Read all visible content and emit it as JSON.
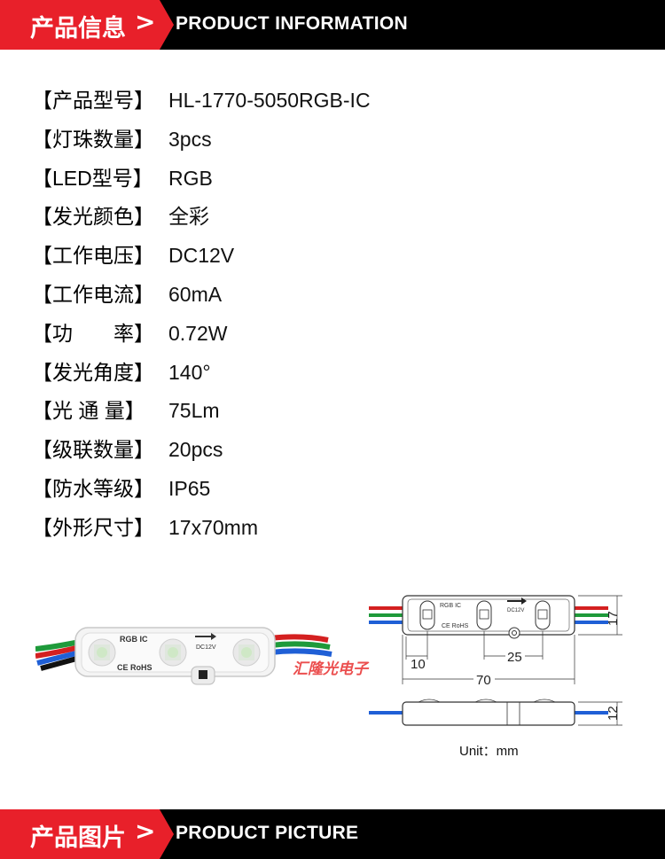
{
  "header_top": {
    "cn": "产品信息",
    "chevron": ">",
    "en": "PRODUCT INFORMATION"
  },
  "specs": [
    {
      "label": "【产品型号】",
      "value": "HL-1770-5050RGB-IC"
    },
    {
      "label": "【灯珠数量】",
      "value": "3pcs"
    },
    {
      "label": "【LED型号】",
      "value": "RGB"
    },
    {
      "label": "【发光颜色】",
      "value": "全彩"
    },
    {
      "label": "【工作电压】",
      "value": "DC12V"
    },
    {
      "label": "【工作电流】",
      "value": "60mA"
    },
    {
      "label": "【功　　率】",
      "value": "0.72W"
    },
    {
      "label": "【发光角度】",
      "value": "140°"
    },
    {
      "label": "【光 通 量】",
      "value": "75Lm"
    },
    {
      "label": "【级联数量】",
      "value": "20pcs"
    },
    {
      "label": "【防水等级】",
      "value": "IP65"
    },
    {
      "label": "【外形尺寸】",
      "value": "17x70mm"
    }
  ],
  "module_photo": {
    "label1": "RGB IC",
    "label2": "DC12V",
    "label3": "CE RoHS",
    "watermark": "汇隆光电子"
  },
  "drawing": {
    "label1": "RGB IC",
    "label2": "DC12V",
    "label3": "CE RoHS",
    "dim_pitch_left": "10",
    "dim_pitch": "25",
    "dim_length": "70",
    "dim_height": "17",
    "dim_thickness": "12",
    "unit": "Unit：mm"
  },
  "header_bottom": {
    "cn": "产品图片",
    "chevron": ">",
    "en": "PRODUCT PICTURE"
  },
  "colors": {
    "red": "#e8202a",
    "black": "#000000",
    "wire_red": "#d42020",
    "wire_green": "#1e9a3a",
    "wire_blue": "#1f5fd6",
    "watermark": "#e83030"
  }
}
